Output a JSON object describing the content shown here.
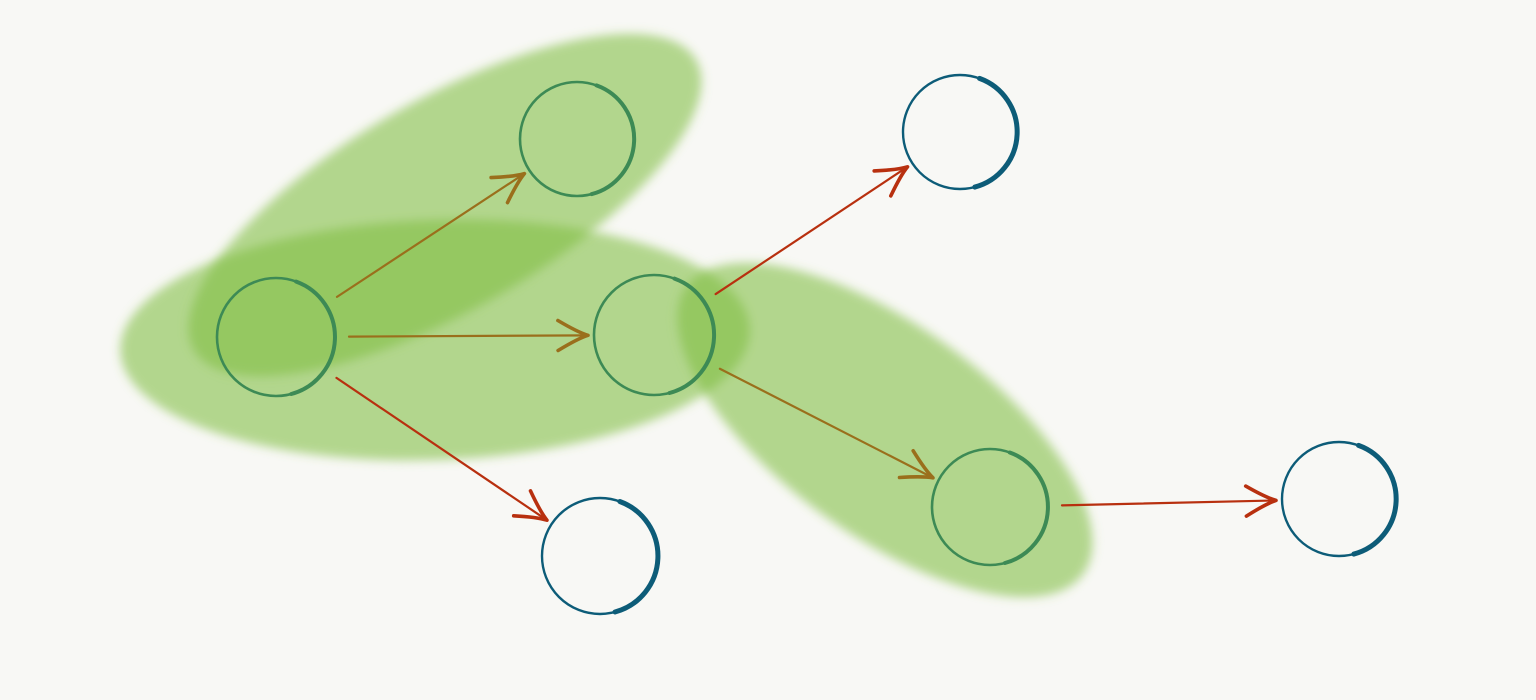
{
  "colors": {
    "background": "#f8f8f5",
    "wash": "#7fbd3f",
    "node_inside_wash": "#3d8a55",
    "node_outside_wash": "#0d5c78",
    "edge_inner": "#9a6f1c",
    "edge_outer": "#b8300f"
  },
  "nodes": [
    {
      "id": "n1",
      "state": "in-wash"
    },
    {
      "id": "n2",
      "state": "in-wash"
    },
    {
      "id": "n3",
      "state": "in-wash"
    },
    {
      "id": "n4",
      "state": "in-wash"
    },
    {
      "id": "n5",
      "state": "outside-wash"
    },
    {
      "id": "n6",
      "state": "outside-wash"
    },
    {
      "id": "n7",
      "state": "outside-wash"
    }
  ],
  "edges": [
    {
      "from": "n1",
      "to": "n2",
      "kind": "inner"
    },
    {
      "from": "n1",
      "to": "n3",
      "kind": "inner"
    },
    {
      "from": "n1",
      "to": "n5",
      "kind": "outer"
    },
    {
      "from": "n3",
      "to": "n6",
      "kind": "outer"
    },
    {
      "from": "n3",
      "to": "n4",
      "kind": "inner"
    },
    {
      "from": "n4",
      "to": "n7",
      "kind": "outer"
    }
  ],
  "wash_groups": [
    {
      "members": [
        "n1",
        "n3"
      ]
    },
    {
      "members": [
        "n1",
        "n2"
      ]
    },
    {
      "members": [
        "n3",
        "n4"
      ]
    }
  ]
}
